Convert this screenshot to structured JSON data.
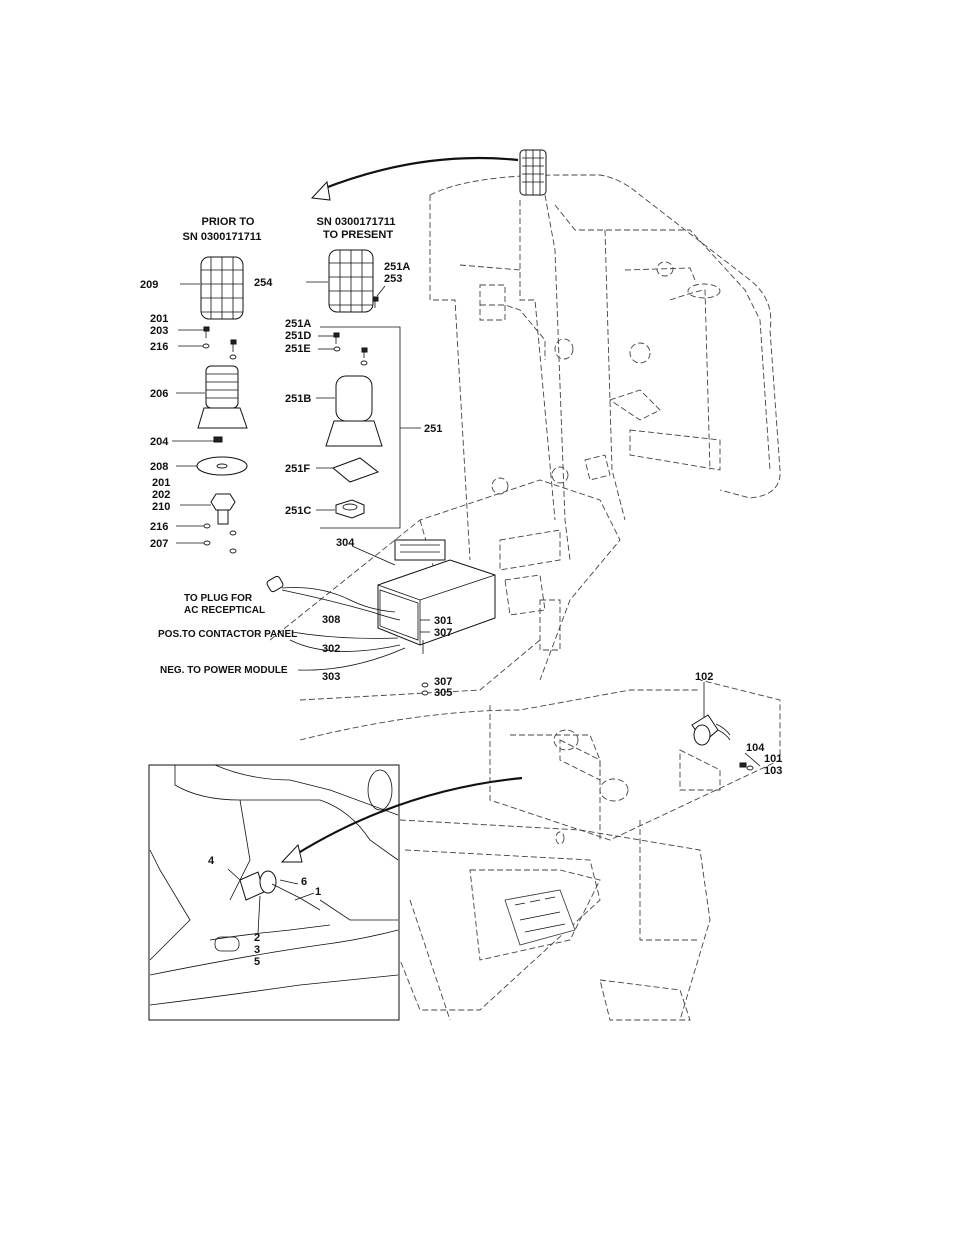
{
  "headers": {
    "prior_line1": "PRIOR TO",
    "prior_line2": "SN 0300171711",
    "present_line1": "SN 0300171711",
    "present_line2": "TO PRESENT"
  },
  "callouts": {
    "c209": "209",
    "c201a": "201",
    "c203": "203",
    "c216a": "216",
    "c206": "206",
    "c204": "204",
    "c208": "208",
    "c201b": "201",
    "c202": "202",
    "c210": "210",
    "c216b": "216",
    "c207": "207",
    "c254": "254",
    "c251A": "251A",
    "c253": "253",
    "c251A_b": "251A",
    "c251D": "251D",
    "c251E": "251E",
    "c251B": "251B",
    "c251": "251",
    "c251F": "251F",
    "c251C": "251C",
    "c304": "304",
    "c308": "308",
    "c301": "301",
    "c307a": "307",
    "c302": "302",
    "c303": "303",
    "c307b": "307",
    "c305": "305",
    "c102": "102",
    "c104": "104",
    "c101": "101",
    "c103": "103",
    "c4": "4",
    "c6": "6",
    "c1": "1",
    "c2": "2",
    "c3": "3",
    "c5": "5"
  },
  "notes": {
    "plug_line1": "TO PLUG FOR",
    "plug_line2": "AC RECEPTICAL",
    "pos": "POS.TO CONTACTOR PANEL",
    "neg": "NEG. TO POWER MODULE"
  }
}
